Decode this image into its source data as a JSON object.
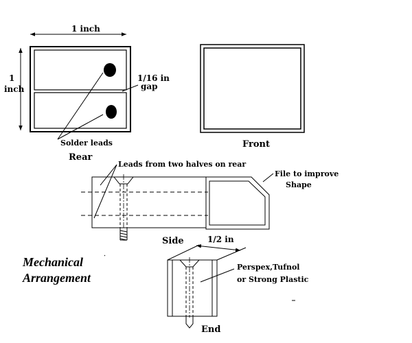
{
  "diagram": {
    "title_line1": "Mechanical",
    "title_line2": "Arrangement",
    "rear_view": {
      "caption": "Rear",
      "width_label": "1 inch",
      "height_label_line1": "1",
      "height_label_line2": "inch",
      "gap_label_line1": "1/16 in",
      "gap_label_line2": "gap",
      "solder_label": "Solder leads"
    },
    "front_view": {
      "caption": "Front"
    },
    "side_view": {
      "caption": "Side",
      "leads_label": "Leads from two halves on rear",
      "file_label_line1": "File to improve",
      "file_label_line2": "Shape"
    },
    "end_view": {
      "caption": "End",
      "width_label": "1/2 in",
      "material_line1": "Perspex,Tufnol",
      "material_line2": "or Strong Plastic"
    }
  }
}
